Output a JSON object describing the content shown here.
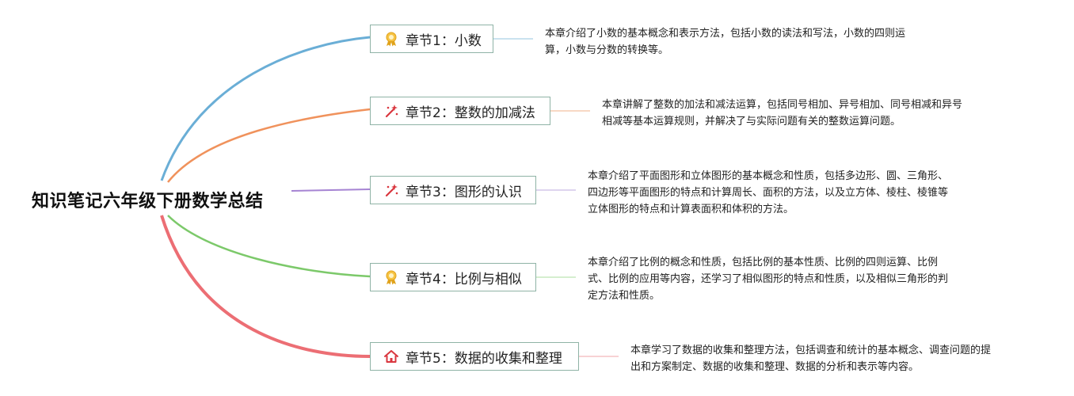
{
  "root": {
    "title": "知识笔记六年级下册数学总结"
  },
  "branches": [
    {
      "title": "章节1：小数",
      "icon": "award-ribbon-icon",
      "color": "#6aaed6",
      "desc_lines": [
        "本章介绍了小数的基本概念和表示方法，包括小数的读法和写法，小数的四则运",
        "算，小数与分数的转换等。"
      ]
    },
    {
      "title": "章节2：整数的加减法",
      "icon": "sparkle-wand-icon",
      "color": "#f0925c",
      "desc_lines": [
        "本章讲解了整数的加法和减法运算，包括同号相加、异号相加、同号相减和异号",
        "相减等基本运算规则，并解决了与实际问题有关的整数运算问题。"
      ]
    },
    {
      "title": "章节3：图形的认识",
      "icon": "sparkle-wand-icon",
      "color": "#a684d3",
      "desc_lines": [
        "本章介绍了平面图形和立体图形的基本概念和性质，包括多边形、圆、三角形、",
        "四边形等平面图形的特点和计算周长、面积的方法，以及立方体、棱柱、棱锥等",
        "立体图形的特点和计算表面积和体积的方法。"
      ]
    },
    {
      "title": "章节4：比例与相似",
      "icon": "award-ribbon-icon",
      "color": "#7cc96a",
      "desc_lines": [
        "本章介绍了比例的概念和性质，包括比例的基本性质、比例的四则运算、比例",
        "式、比例的应用等内容，还学习了相似图形的特点和性质，以及相似三角形的判",
        "定方法和性质。"
      ]
    },
    {
      "title": "章节5：数据的收集和整理",
      "icon": "home-icon",
      "color": "#ec6e74",
      "desc_lines": [
        "本章学习了数据的收集和整理方法，包括调查和统计的基本概念、调查问题的提",
        "出和方案制定、数据的收集和整理、数据的分析和表示等内容。"
      ]
    }
  ]
}
